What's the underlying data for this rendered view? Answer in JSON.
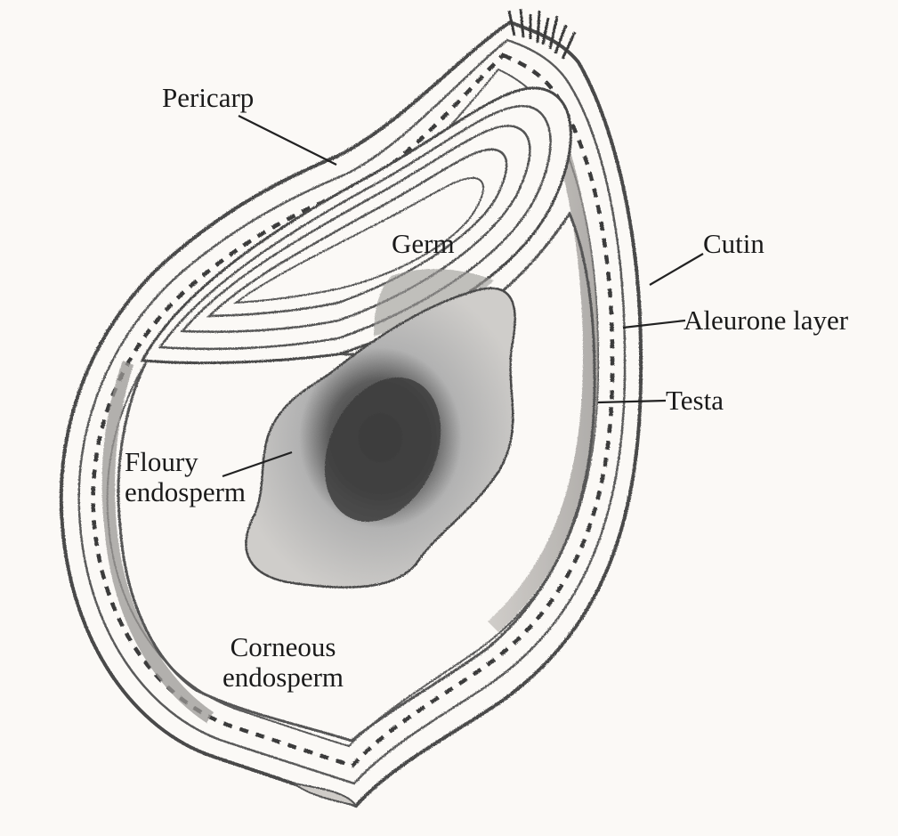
{
  "diagram": {
    "labels": {
      "pericarp": "Pericarp",
      "germ": "Germ",
      "cutin": "Cutin",
      "aleurone": "Aleurone layer",
      "testa": "Testa",
      "floury_line1": "Floury",
      "floury_line2": "endosperm",
      "corneous_line1": "Corneous",
      "corneous_line2": "endosperm"
    },
    "colors": {
      "background": "#fbf9f6",
      "outline": "#4a4a4a",
      "pencil_shade": "#8c8c8c",
      "dark_core": "#3d3d3d"
    }
  }
}
